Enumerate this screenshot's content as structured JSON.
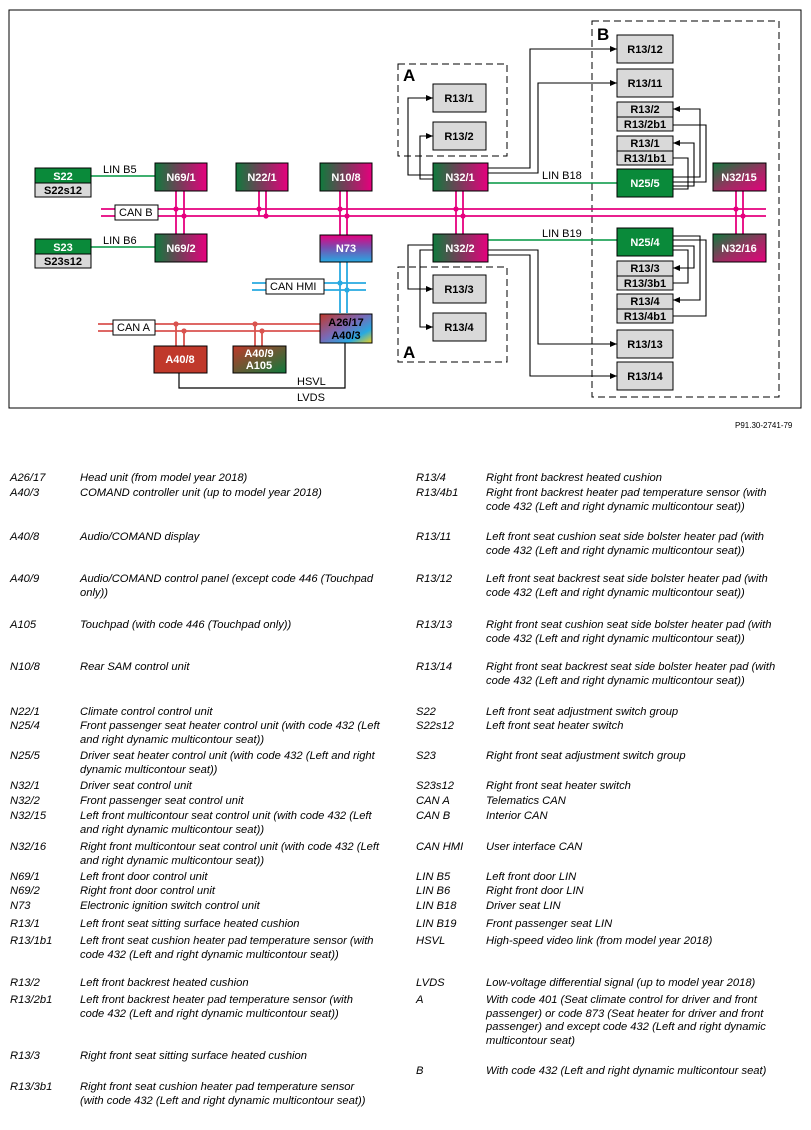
{
  "diagram": {
    "nodes": {
      "S22": "S22",
      "S22s12": "S22s12",
      "S23": "S23",
      "S23s12": "S23s12",
      "N69_1": "N69/1",
      "N69_2": "N69/2",
      "N22_1": "N22/1",
      "N10_8": "N10/8",
      "N73": "N73",
      "A26_17": "A26/17",
      "A40_3": "A40/3",
      "A40_8": "A40/8",
      "A40_9": "A40/9",
      "A105": "A105",
      "N32_1": "N32/1",
      "N32_2": "N32/2",
      "R13_1": "R13/1",
      "R13_2": "R13/2",
      "R13_3": "R13/3",
      "R13_4": "R13/4",
      "R13_12": "R13/12",
      "R13_11": "R13/11",
      "R13_2b": "R13/2",
      "R13_2b1": "R13/2b1",
      "R13_1b": "R13/1",
      "R13_1b1": "R13/1b1",
      "N25_5": "N25/5",
      "N25_4": "N25/4",
      "R13_3b": "R13/3",
      "R13_3b1": "R13/3b1",
      "R13_4b": "R13/4",
      "R13_4b1": "R13/4b1",
      "R13_13": "R13/13",
      "R13_14": "R13/14",
      "N32_15": "N32/15",
      "N32_16": "N32/16"
    },
    "signals": {
      "lin_b5": "LIN B5",
      "lin_b6": "LIN B6",
      "lin_b18": "LIN B18",
      "lin_b19": "LIN B19",
      "can_b": "CAN B",
      "can_a": "CAN A",
      "can_hmi": "CAN HMI",
      "hsvl": "HSVL",
      "lvds": "LVDS"
    },
    "groups": {
      "a_top": "A",
      "a_bottom": "A",
      "b": "B"
    },
    "colors": {
      "can_b_bus": "#e6007e",
      "can_a_bus": "#d9534f",
      "can_hmi_bus": "#27a9e1",
      "lin": "#009640",
      "green_unit": "#0a8a3a",
      "grey_unit": "#d9d9d9"
    }
  },
  "reference": "P91.30-2741-79",
  "legend_left": [
    {
      "code": "A26/17",
      "desc": "Head unit (from model year 2018)"
    },
    {
      "code": "A40/3",
      "desc": "COMAND controller unit (up to model year 2018)"
    },
    {
      "code": "A40/8",
      "desc": "Audio/COMAND display"
    },
    {
      "code": "A40/9",
      "desc": "Audio/COMAND control panel (except code 446 (Touchpad only))"
    },
    {
      "code": "A105",
      "desc": "Touchpad (with code 446 (Touchpad only))"
    },
    {
      "code": "N10/8",
      "desc": "Rear SAM control unit"
    },
    {
      "code": "N22/1",
      "desc": "Climate control control unit"
    },
    {
      "code": "N25/4",
      "desc": "Front passenger seat heater control unit (with code 432 (Left and right dynamic multicontour seat))"
    },
    {
      "code": "N25/5",
      "desc": "Driver seat heater control unit (with code 432 (Left and right dynamic multicontour seat))"
    },
    {
      "code": "N32/1",
      "desc": "Driver seat control unit"
    },
    {
      "code": "N32/2",
      "desc": "Front passenger seat control unit"
    },
    {
      "code": "N32/15",
      "desc": "Left front multicontour seat control unit (with code 432 (Left and right dynamic multicontour seat))"
    },
    {
      "code": "N32/16",
      "desc": "Right front multicontour seat control unit (with code 432 (Left and right dynamic multicontour seat))"
    },
    {
      "code": "N69/1",
      "desc": "Left front door control unit"
    },
    {
      "code": "N69/2",
      "desc": "Right front door control unit"
    },
    {
      "code": "N73",
      "desc": "Electronic ignition switch control unit"
    },
    {
      "code": "R13/1",
      "desc": "Left front seat sitting surface heated cushion"
    },
    {
      "code": "R13/1b1",
      "desc": "Left front seat cushion heater pad temperature sensor (with code 432 (Left and right dynamic multicontour seat))"
    },
    {
      "code": "R13/2",
      "desc": "Left front backrest heated cushion"
    },
    {
      "code": "R13/2b1",
      "desc": "Left front backrest heater pad temperature sensor (with code 432 (Left and right dynamic multicontour seat))"
    },
    {
      "code": "R13/3",
      "desc": "Right front seat sitting surface heated cushion"
    },
    {
      "code": "R13/3b1",
      "desc": "Right front seat cushion heater pad temperature sensor (with code 432 (Left and right dynamic multicontour seat))"
    }
  ],
  "legend_right": [
    {
      "code": "R13/4",
      "desc": "Right front backrest heated cushion"
    },
    {
      "code": "R13/4b1",
      "desc": "Right front backrest heater pad temperature sensor (with code 432 (Left and right dynamic multicontour seat))"
    },
    {
      "code": "R13/11",
      "desc": "Left front seat cushion seat side bolster heater pad (with code 432 (Left and right dynamic multicontour seat))"
    },
    {
      "code": "R13/12",
      "desc": "Left front seat backrest seat side bolster heater pad (with code 432 (Left and right dynamic multicontour seat))"
    },
    {
      "code": "R13/13",
      "desc": "Right front seat cushion seat side bolster heater pad (with code 432 (Left and right dynamic multicontour seat))"
    },
    {
      "code": "R13/14",
      "desc": "Right front seat backrest seat side bolster heater pad (with code 432 (Left and right dynamic multicontour seat))"
    },
    {
      "code": "S22",
      "desc": "Left front seat adjustment switch group"
    },
    {
      "code": "S22s12",
      "desc": "Left front seat heater switch"
    },
    {
      "code": "S23",
      "desc": "Right front seat adjustment switch group"
    },
    {
      "code": "S23s12",
      "desc": "Right front seat heater switch"
    },
    {
      "code": "CAN A",
      "desc": "Telematics CAN"
    },
    {
      "code": "CAN B",
      "desc": "Interior CAN"
    },
    {
      "code": "CAN HMI",
      "desc": "User interface CAN"
    },
    {
      "code": "LIN B5",
      "desc": "Left front door LIN"
    },
    {
      "code": "LIN B6",
      "desc": "Right front door LIN"
    },
    {
      "code": "LIN B18",
      "desc": "Driver seat LIN"
    },
    {
      "code": "LIN B19",
      "desc": "Front passenger seat LIN"
    },
    {
      "code": "HSVL",
      "desc": "High-speed video link (from model year 2018)"
    },
    {
      "code": "LVDS",
      "desc": "Low-voltage differential signal (up to model year 2018)"
    },
    {
      "code": "A",
      "desc": "With code 401 (Seat climate control for driver and front passenger) or code 873 (Seat heater for driver and front passenger) and except code 432 (Left and right dynamic multicontour seat)"
    },
    {
      "code": "B",
      "desc": "With code 432 (Left and right dynamic multicontour seat)"
    }
  ]
}
